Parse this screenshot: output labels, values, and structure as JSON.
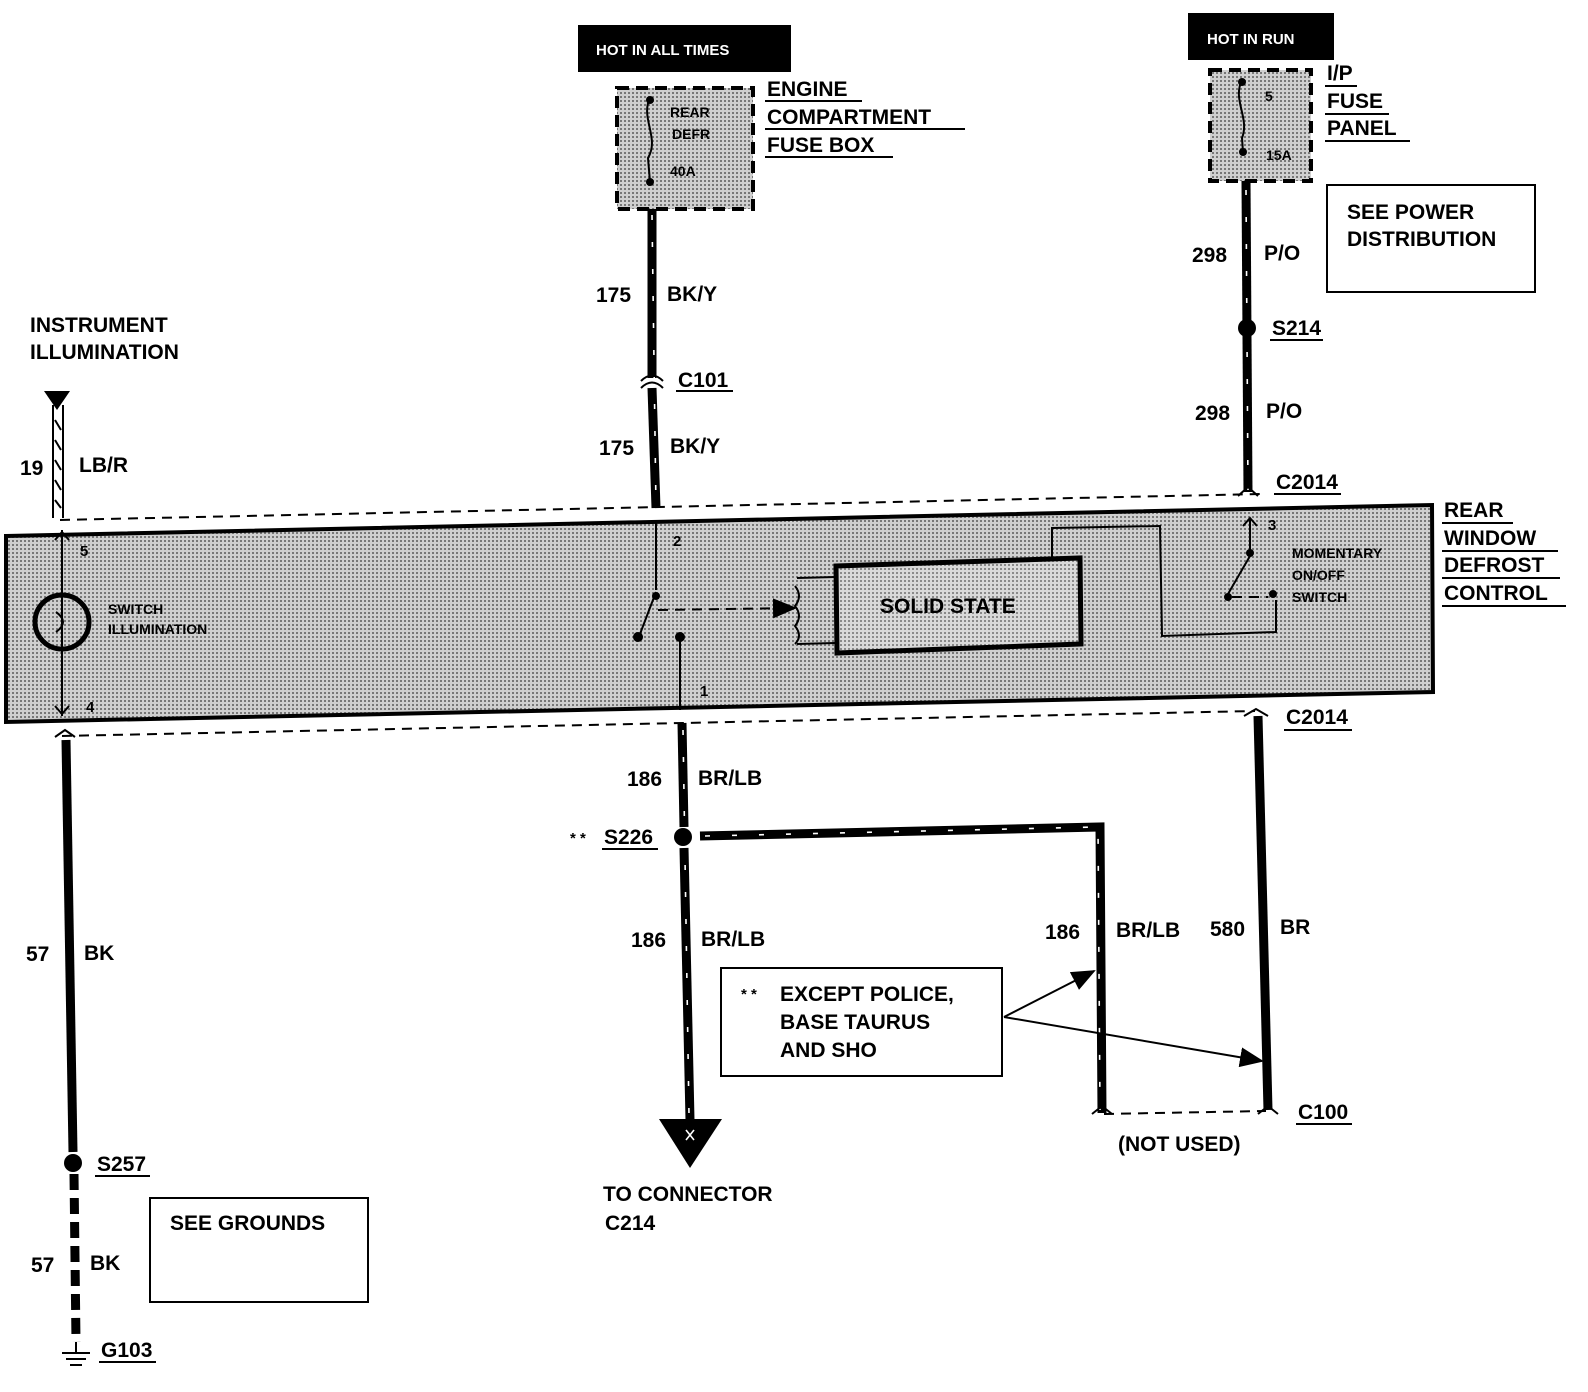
{
  "power": {
    "hot_all_times": "HOT  IN ALL TIMES",
    "hot_in_run": "HOT IN RUN"
  },
  "engine_fuse_box": {
    "title": [
      "ENGINE",
      "COMPARTMENT",
      "FUSE BOX"
    ],
    "fuse_name": [
      "REAR",
      "DEFR"
    ],
    "fuse_rating": "40A"
  },
  "ip_fuse_panel": {
    "title": [
      "I/P",
      "FUSE",
      "PANEL"
    ],
    "fuse_number": "5",
    "fuse_rating": "15A"
  },
  "notes": {
    "see_power": [
      "SEE POWER",
      "DISTRIBUTION"
    ],
    "see_grounds": "SEE GROUNDS",
    "except": {
      "marker": "* *",
      "lines": [
        "EXCEPT POLICE,",
        "BASE TAURUS",
        "AND SHO"
      ]
    },
    "not_used": "(NOT USED)",
    "to_connector": [
      "TO CONNECTOR",
      "C214"
    ]
  },
  "instrument_illumination": [
    "INSTRUMENT",
    "ILLUMINATION"
  ],
  "module": {
    "name": [
      "REAR",
      "WINDOW",
      "DEFROST",
      "CONTROL"
    ],
    "switch_illumination": [
      "SWITCH",
      "ILLUMINATION"
    ],
    "solid_state": "SOLID STATE",
    "momentary_switch": [
      "MOMENTARY",
      "ON/OFF",
      "SWITCH"
    ],
    "pins": {
      "p1": "1",
      "p2": "2",
      "p3": "3",
      "p4": "4",
      "p5": "5"
    }
  },
  "wires": {
    "w175_upper": {
      "circuit": "175",
      "color": "BK/Y"
    },
    "w175_lower": {
      "circuit": "175",
      "color": "BK/Y"
    },
    "w298_upper": {
      "circuit": "298",
      "color": "P/O"
    },
    "w298_lower": {
      "circuit": "298",
      "color": "P/O"
    },
    "w19": {
      "circuit": "19",
      "color": "LB/R"
    },
    "w186_a": {
      "circuit": "186",
      "color": "BR/LB"
    },
    "w186_b": {
      "circuit": "186",
      "color": "BR/LB"
    },
    "w186_c": {
      "circuit": "186",
      "color": "BR/LB"
    },
    "w580": {
      "circuit": "580",
      "color": "BR"
    },
    "w57_upper": {
      "circuit": "57",
      "color": "BK"
    },
    "w57_lower": {
      "circuit": "57",
      "color": "BK"
    }
  },
  "connectors": {
    "c101": "C101",
    "c2014_top": "C2014",
    "c2014_bottom": "C2014",
    "c100": "C100",
    "s214": "S214",
    "s226_marker": "* *",
    "s226": "S226",
    "s257": "S257",
    "g103": "G103"
  }
}
